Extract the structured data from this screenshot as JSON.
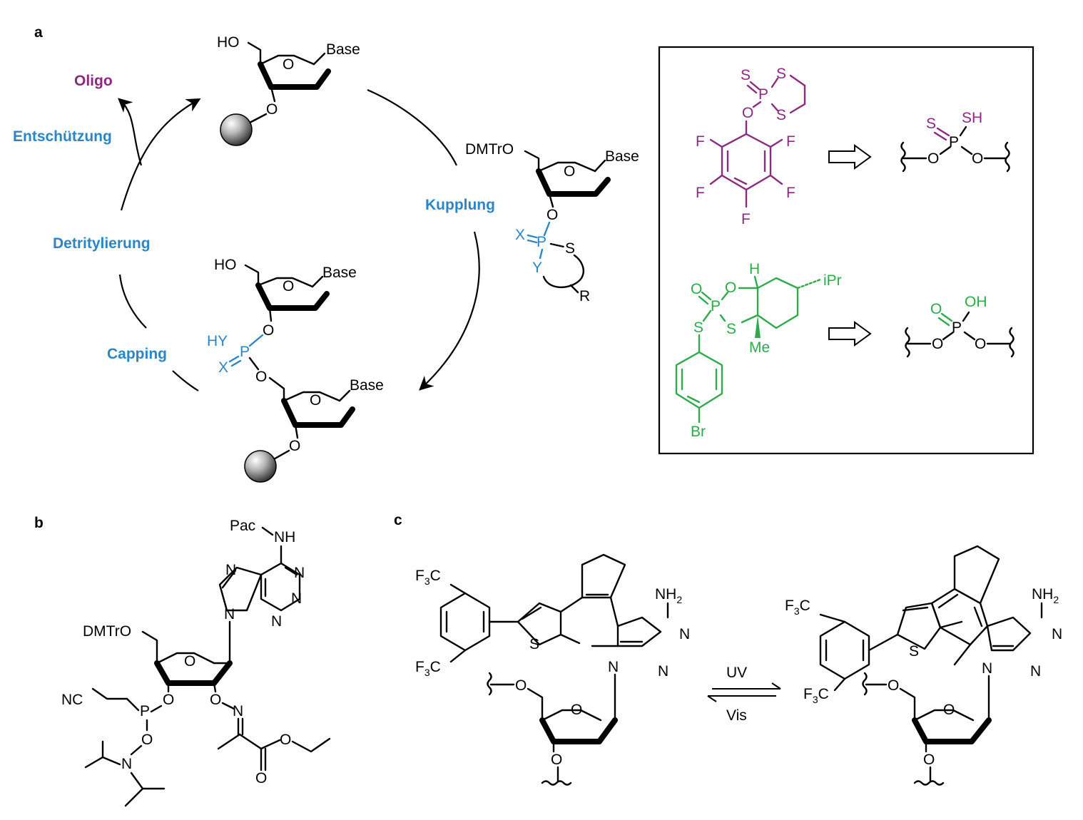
{
  "colors": {
    "text": "#000000",
    "step_blue": "#2b85c6",
    "purple": "#8b2a7e",
    "green": "#2eaa4a"
  },
  "panels": {
    "a": "a",
    "b": "b",
    "c": "c"
  },
  "cycle": {
    "oligo": "Oligo",
    "deprotection": "Entschützung",
    "detritylation": "Detritylierung",
    "capping": "Capping",
    "coupling": "Kupplung"
  },
  "atoms": {
    "ho": "HO",
    "o": "O",
    "base": "Base",
    "dmtro": "DMTrO",
    "x": "X",
    "y": "Y",
    "p": "P",
    "s": "S",
    "r": "R",
    "hy": "HY",
    "f": "F",
    "sh": "SH",
    "oh": "OH",
    "h": "H",
    "ipr": "iPr",
    "me": "Me",
    "br": "Br",
    "pac_nh": "Pac",
    "nh": "NH",
    "n": "N",
    "nc": "NC",
    "f3c_main": "F",
    "f3c_sub": "3",
    "f3c_tail": "C",
    "nh2_main": "NH",
    "nh2_sub": "2"
  },
  "conditions": {
    "forward": "UV",
    "reverse": "Vis"
  }
}
